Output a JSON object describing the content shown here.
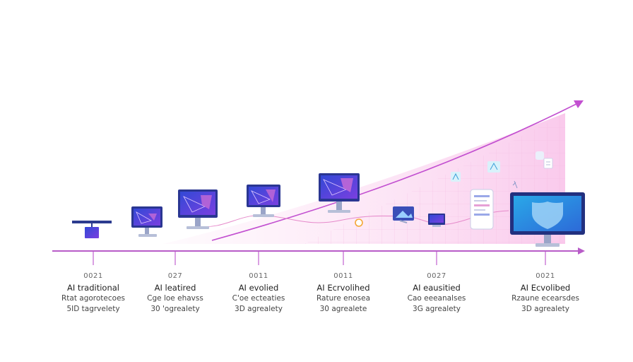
{
  "colors": {
    "accent": "#b44fd4",
    "axis": "#b85cc8",
    "screen": "#3b4fcf",
    "screen_glow": "#7a5cff",
    "shade": "#fbd3ef",
    "grid": "#f3b9e2"
  },
  "milestones": [
    {
      "year": "0021",
      "title": "AI traditional",
      "line1": "Rtat agorotecoes",
      "line2": "5ID tagrvelety"
    },
    {
      "year": "027",
      "title": "AI leatired",
      "line1": "Cge loe ehavss",
      "line2": "30 'ogrealety"
    },
    {
      "year": "0011",
      "title": "AI evolied",
      "line1": "C'oe ecteaties",
      "line2": "3D agrealety"
    },
    {
      "year": "0011",
      "title": "AI Ecrvolihed",
      "line1": "Rature enosea",
      "line2": "30 agrealete"
    },
    {
      "year": "0027",
      "title": "AI eausitied",
      "line1": "Cao eeeanalses",
      "line2": "3G agrealety"
    },
    {
      "year": "0021",
      "title": "AI Ecvolibed",
      "line1": "Rzaune ecearsdes",
      "line2": "3D agrealety"
    }
  ],
  "icons": [
    "monitor-icon",
    "shield-icon",
    "document-icon",
    "chat-icon",
    "sparkle-icon",
    "image-icon"
  ]
}
